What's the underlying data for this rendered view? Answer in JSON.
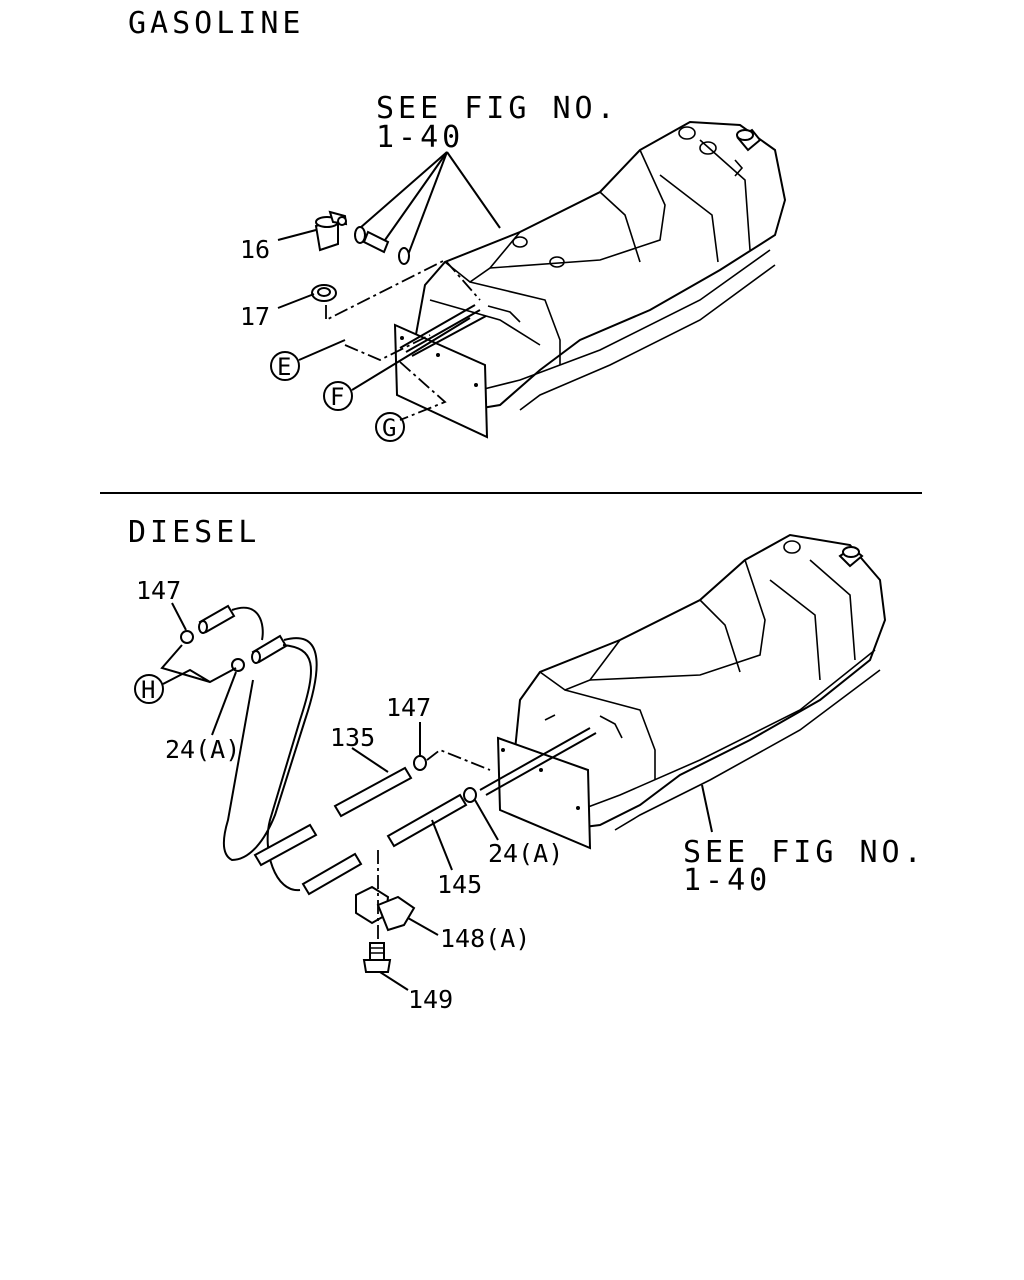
{
  "sections": {
    "gasoline": {
      "title": "GASOLINE",
      "see_fig_line1": "SEE FIG NO.",
      "see_fig_line2": "1-40",
      "callouts": {
        "c16": "16",
        "c17": "17"
      },
      "circles": {
        "e": "E",
        "f": "F",
        "g": "G"
      }
    },
    "diesel": {
      "title": "DIESEL",
      "see_fig_line1": "SEE FIG NO.",
      "see_fig_line2": "1-40",
      "callouts": {
        "c147a": "147",
        "c24a": "24(A)",
        "c147b": "147",
        "c135": "135",
        "c24b": "24(A)",
        "c145": "145",
        "c148": "148(A)",
        "c149": "149"
      },
      "circles": {
        "h": "H"
      }
    }
  }
}
